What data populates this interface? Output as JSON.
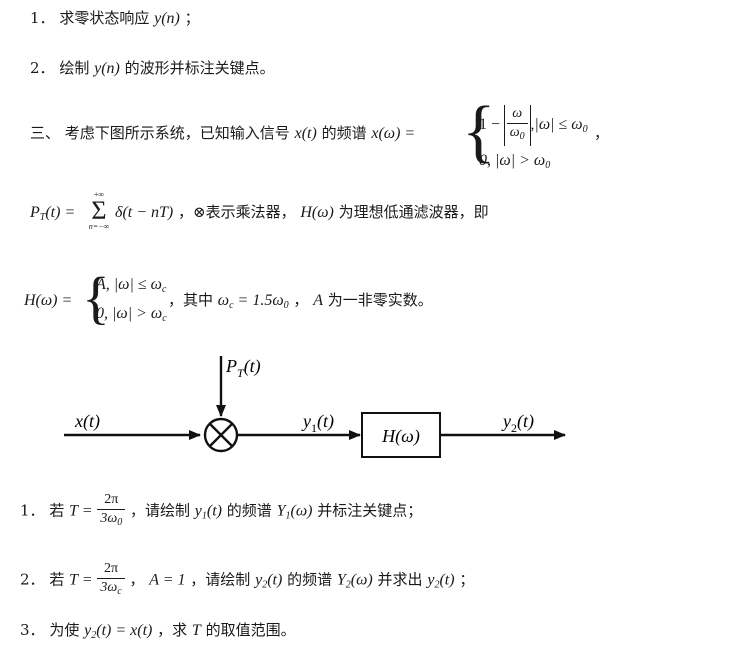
{
  "q1": {
    "num": "1．",
    "text": "求零状态响应",
    "expr": "y(n)",
    "tail": "；"
  },
  "q2": {
    "num": "2．",
    "pre": "绘制",
    "expr": "y(n)",
    "text": "的波形并标注关键点。"
  },
  "p3": {
    "num": "三、",
    "text": "考虑下图所示系统，已知输入信号",
    "x": "x(t)",
    "text2": "的频谱",
    "X": "x(ω) =",
    "case1": "|ω| ≤ ω",
    "case1_one": "1 −",
    "case1_frac_num": "ω",
    "case1_frac_den": "ω",
    "case1_sub": "0",
    "case1_comma": ",",
    "case2": "0, |ω| > ω",
    "case2_sub": "0",
    "end": "，"
  },
  "p4": {
    "P": "P",
    "P_sub": "T",
    "P_arg": "(t) =",
    "sum_top": "+∞",
    "sum_bot": "n=−∞",
    "sum_body": "δ(t − nT)",
    "text": "，⊗表示乘法器，",
    "H": "H(ω)",
    "text2": "为理想低通滤波器，即"
  },
  "p5": {
    "H": "H(ω) =",
    "case1": "A, |ω| ≤ ω",
    "case1_sub": "c",
    "case2": "0, |ω| > ω",
    "case2_sub": "c",
    "text": "，其中",
    "wc": "ω",
    "wc_sub": "c",
    "wc_val": " = 1.5ω",
    "wc_val_sub": "0",
    "text2": "，",
    "A": "A",
    "text3": "为一非零实数。"
  },
  "diagram": {
    "input": "x(t)",
    "pt": "P",
    "pt_sub": "T",
    "pt_arg": "(t)",
    "y1": "y",
    "y1_sub": "1",
    "y1_arg": "(t)",
    "filter": "H(ω)",
    "y2": "y",
    "y2_sub": "2",
    "y2_arg": "(t)"
  },
  "s1": {
    "num": "1．",
    "pre": "若",
    "T": "T =",
    "frac_num": "2π",
    "frac_den": "3ω",
    "frac_den_sub": "0",
    "text": "，请绘制",
    "y": "y",
    "y_sub": "1",
    "y_arg": "(t)",
    "text2": "的频谱",
    "Y": "Y",
    "Y_sub": "1",
    "Y_arg": "(ω)",
    "text3": "并标注关键点；"
  },
  "s2": {
    "num": "2．",
    "pre": "若",
    "T": "T =",
    "frac_num": "2π",
    "frac_den": "3ω",
    "frac_den_sub": "c",
    "text": "，",
    "A": "A = 1",
    "text2": "，请绘制",
    "y": "y",
    "y_sub": "2",
    "y_arg": "(t)",
    "text3": "的频谱",
    "Y": "Y",
    "Y_sub": "2",
    "Y_arg": "(ω)",
    "text4": "并求出",
    "y2": "y",
    "y2_sub": "2",
    "y2_arg": "(t)",
    "text5": "；"
  },
  "s3": {
    "num": "3．",
    "pre": "为使",
    "y": "y",
    "y_sub": "2",
    "eq": "(t) = x(t)",
    "text": "，求",
    "T": "T",
    "text2": "的取值范围。"
  }
}
